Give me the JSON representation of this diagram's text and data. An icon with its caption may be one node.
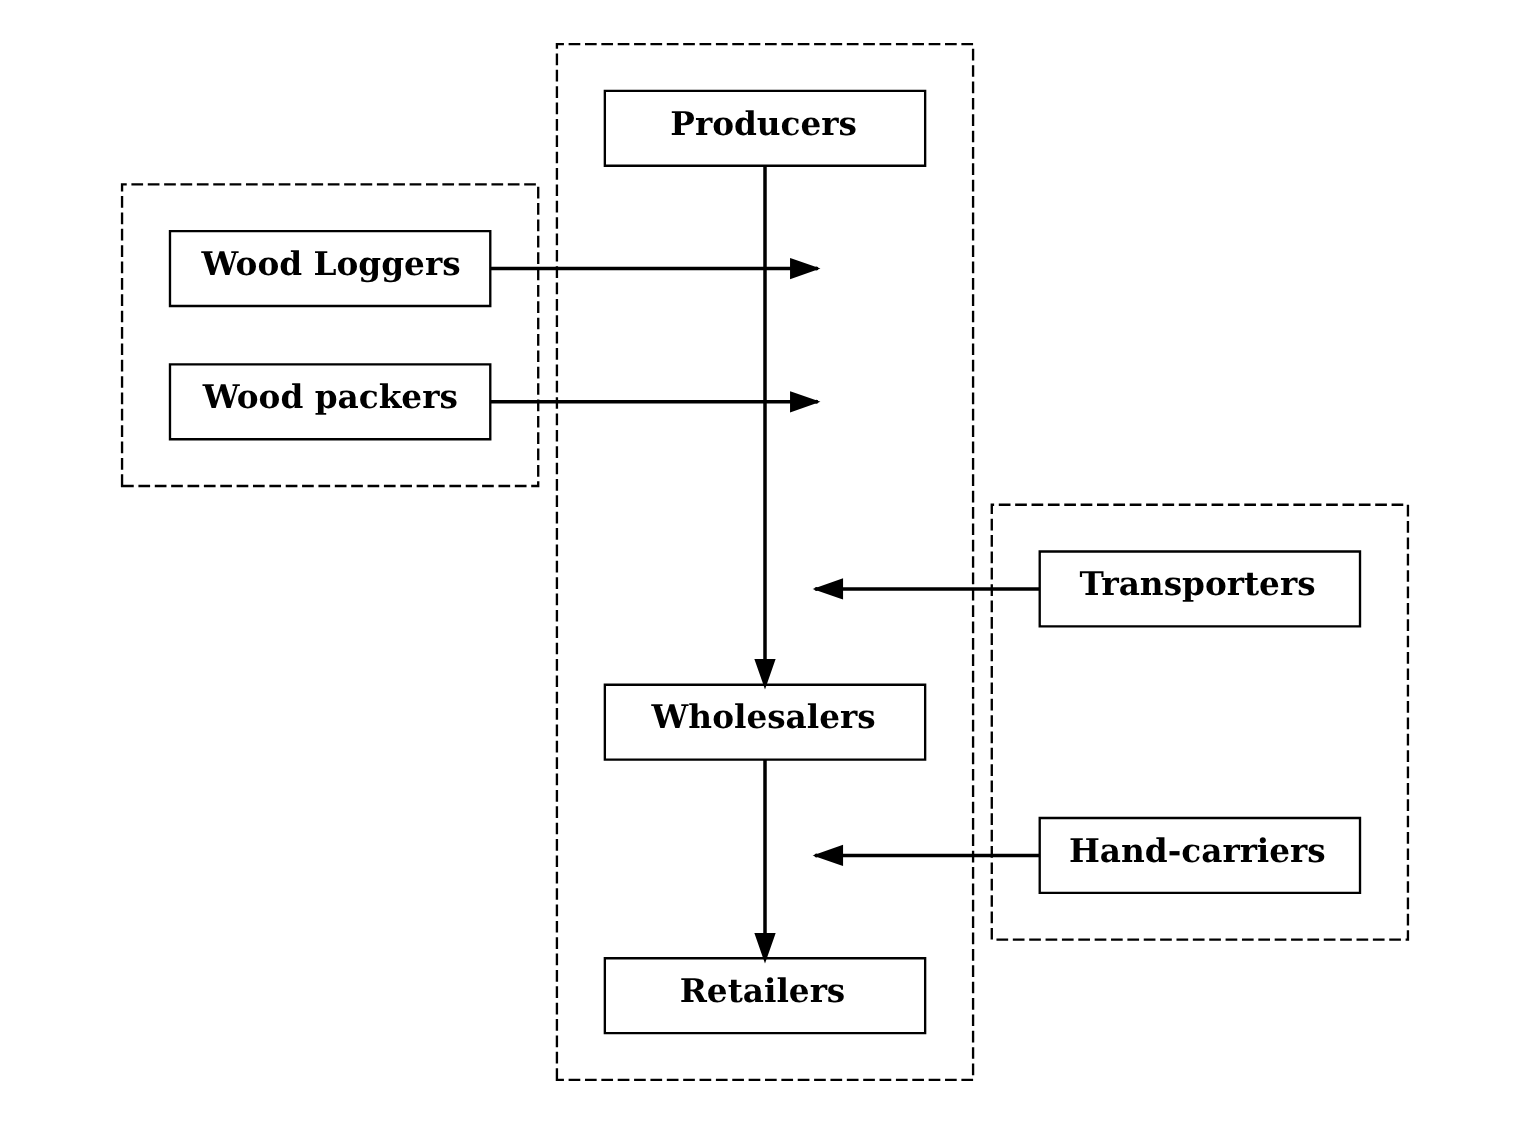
{
  "diagram": {
    "nodes": [
      {
        "text": [],
        "shape": "box"
      },
      {
        "text": [
          "Wood Loggers"
        ],
        "in": 0
      },
      {
        "text": [
          "Wood packers"
        ],
        "in": 0
      },
      {
        "text": [],
        "shape": "box"
      },
      {
        "text": [
          "Producers"
        ],
        "in": 3
      },
      {
        "text": [
          "Wholesalers"
        ],
        "in": 3
      },
      {
        "text": [
          "Retailers"
        ],
        "in": 3
      },
      {
        "text": [],
        "shape": "box"
      },
      {
        "text": [
          "Transporters"
        ],
        "in": 7
      },
      {
        "text": [
          "Hand-carriers"
        ],
        "in": 7
      }
    ],
    "edges": [
      {
        "from": 4,
        "to": 5,
        "arrow": "to"
      },
      {
        "from": 5,
        "to": 6,
        "arrow": "to"
      },
      {
        "from": 1,
        "to": null,
        "arrow": "to"
      },
      {
        "from": 2,
        "to": null,
        "arrow": "to"
      },
      {
        "from": 8,
        "to": null,
        "arrow": "to"
      },
      {
        "from": 9,
        "to": null,
        "arrow": "to"
      }
    ]
  }
}
